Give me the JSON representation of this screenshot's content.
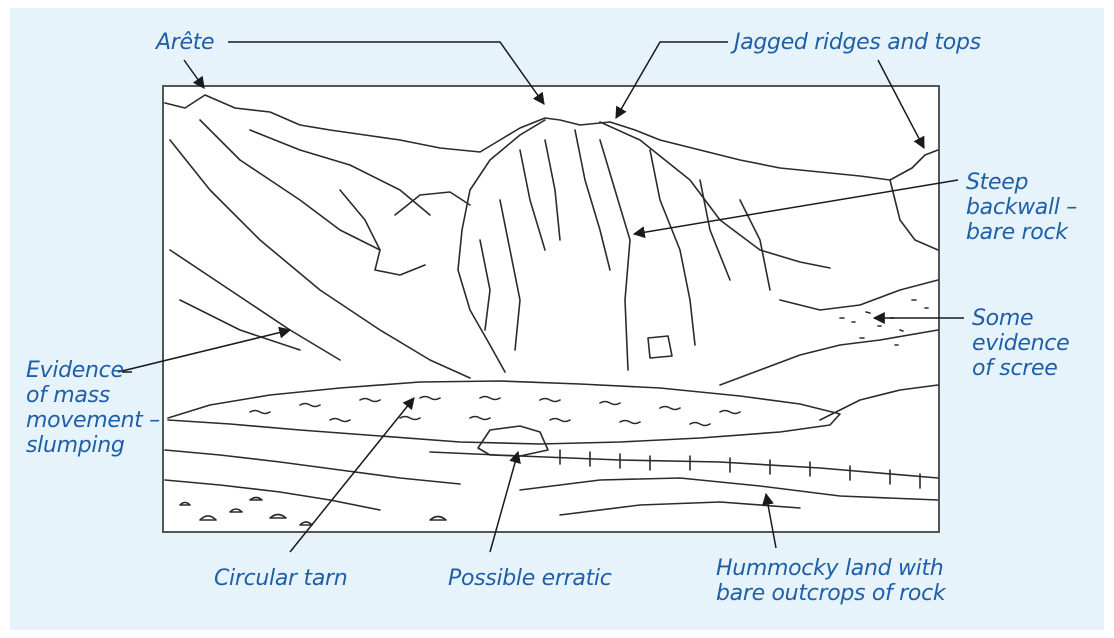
{
  "labels": {
    "arete": "Arête",
    "jagged": "Jagged ridges and tops",
    "steep_1": "Steep",
    "steep_2": "backwall –",
    "steep_3": "bare rock",
    "scree_1": "Some",
    "scree_2": "evidence",
    "scree_3": "of scree",
    "mass_1": "Evidence",
    "mass_2": "of mass",
    "mass_3": "movement –",
    "mass_4": "slumping",
    "tarn": "Circular tarn",
    "erratic": "Possible erratic",
    "hummocky_1": "Hummocky land with",
    "hummocky_2": "bare outcrops of rock"
  },
  "colors": {
    "panel_bg": "#e6f3fb",
    "label_text": "#1f5fa8",
    "sketch_line": "#2b2b2b",
    "frame_bg": "#ffffff"
  }
}
